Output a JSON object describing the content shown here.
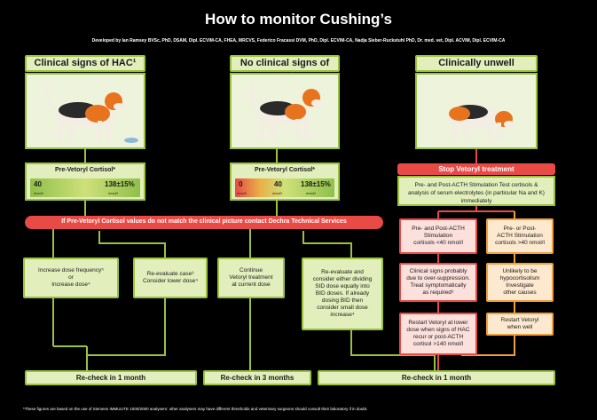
{
  "title": "How to monitor Cushing’s",
  "subtitle": "Developed by Ian Ramsey BVSc, PhD, DSAM, Dipl. ECVIM-CA, FHEA, MRCVS, Federico Fracassi DVM, PhD, Dipl. ECVIM-CA, Nadja Sieber-Ruckstuhl PhD, Dr. med. vet, Dipl. ACVIM, Dipl. ECVIM-CA",
  "columns": {
    "hac": {
      "header": "Clinical signs of HAC¹",
      "cortisol_label": "Pre-Vetoryl Cortisol*",
      "low": "40",
      "high": "138±15%",
      "unit": "nmol/l"
    },
    "no_hac": {
      "header": "No clinical signs of HAC",
      "cortisol_label": "Pre-Vetoryl Cortisol*",
      "v0": "0",
      "v40": "40",
      "v138": "138±15%",
      "unit": "nmol/l"
    },
    "unwell": {
      "header": "Clinically unwell",
      "stop": "Stop Vetoryl treatment",
      "test": "Pre- and Post-ACTH Stimulation Test cortisols & analysis of serum electrolytes (in particular Na and K) immediately"
    }
  },
  "banner": "If Pre-Vetoryl Cortisol values do not match the clinical picture contact Dechra Technical Services",
  "actions": {
    "increase": [
      "Increase dose frequency⁵",
      "or",
      "Increase dose⁴"
    ],
    "reevaluate": [
      "Re-evaluate case³",
      "Consider lower dose⁴"
    ],
    "continue": [
      "Continue",
      "Vetoryl treatment",
      "at current dose"
    ],
    "consider": [
      "Re-evaluate and",
      "consider either dividing",
      "SID dose equally into",
      "BID doses. If already",
      "dosing BID then",
      "consider small dose",
      "increase⁴"
    ]
  },
  "unwell_left": {
    "a": [
      "Pre- and Post-ACTH",
      "Stimulation",
      "cortisols <40 nmol/l"
    ],
    "b": [
      "Clinical signs probably",
      "due to over-suppression.",
      "Treat symptomatically",
      "as required⁵"
    ],
    "c": [
      "Restart Vetoryl at lower",
      "dose when signs of HAC",
      "recur or post-ACTH",
      "cortisol >140 nmol/l"
    ]
  },
  "unwell_right": {
    "a": [
      "Pre- or Post-",
      "ACTH Stimulation",
      "cortisols >40 nmol/l"
    ],
    "b": [
      "Unlikely to be",
      "hypocortisolism",
      "Investigate",
      "other causes"
    ],
    "c": [
      "Restart Vetoryl",
      "when well"
    ]
  },
  "recheck": {
    "r1": "Re-check in 1 month",
    "r3": "Re-check in 3 months",
    "r1b": "Re-check in 1 month"
  },
  "footnote": "*These figures are based on the use of Siemens IMMULITE 1000/2000 analysers: other analysers may have different thresholds and veterinary surgeons should consult their laboratory if in doubt.",
  "colors": {
    "green": "#9ac23c",
    "red": "#e84a46",
    "orange": "#f0a03c",
    "pale_green": "#e2efbd"
  }
}
